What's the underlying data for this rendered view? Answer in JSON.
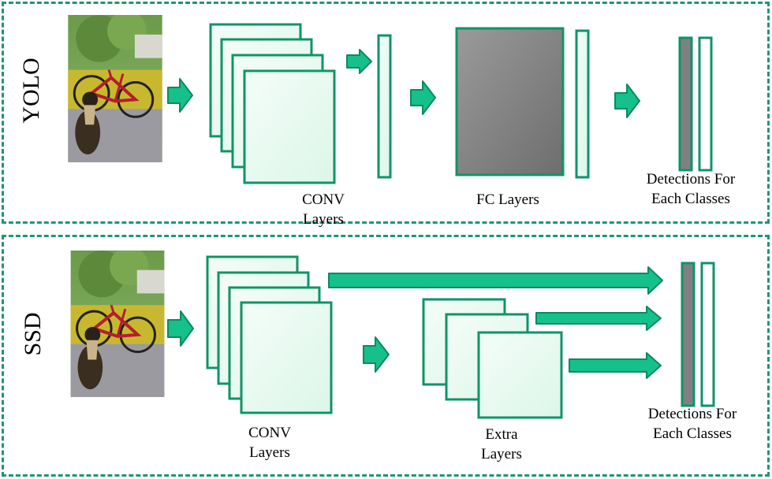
{
  "colors": {
    "border": "#1a9a6a",
    "arrow_fill": "#16c08a",
    "arrow_stroke": "#0c8a5e",
    "layer_fill": "#e9faf1",
    "layer_stroke": "#0f9468",
    "fc_fill": "#808080"
  },
  "yolo": {
    "label": "YOLO",
    "conv_label": "CONV\nLayers",
    "fc_label": "FC Layers",
    "detections_label": "Detections For\nEach Classes"
  },
  "ssd": {
    "label": "SSD",
    "conv_label": "CONV\nLayers",
    "extra_label": "Extra\nLayers",
    "detections_label": "Detections For\nEach Classes"
  },
  "icons": {
    "input_image": "dog-bicycle-photo-icon",
    "arrow": "right-arrow-icon"
  }
}
